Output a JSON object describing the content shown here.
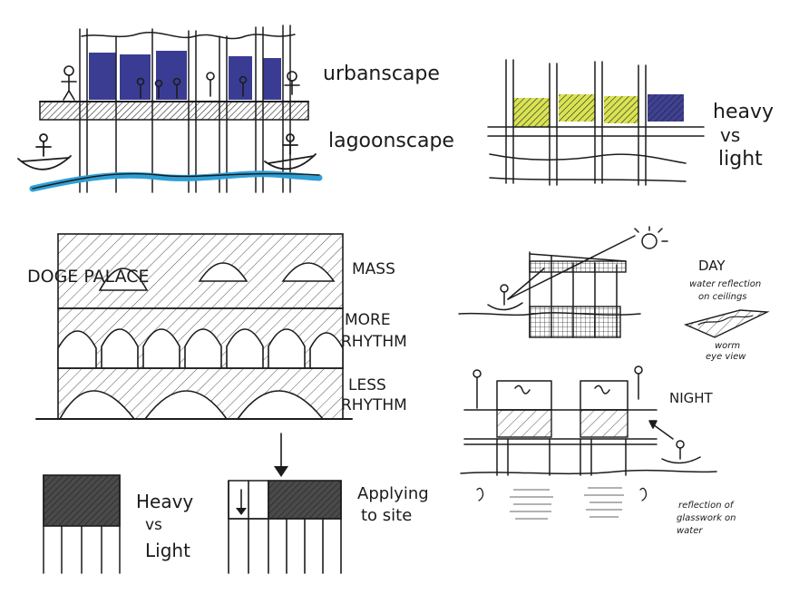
{
  "labels": {
    "urbanscape": "urbanscape",
    "lagoonscape": "lagoonscape",
    "heavy_vs_light_top": [
      "heavy",
      "vs",
      "light"
    ],
    "doge_palace": "DOGE PALACE",
    "mass": "MASS",
    "more_rhythm": [
      "MORE",
      "RHYTHM"
    ],
    "less_rhythm": [
      "LESS",
      "RHYTHM"
    ],
    "day": "DAY",
    "water_reflection": [
      "water reflection",
      "on ceilings"
    ],
    "worm_eye": [
      "worm",
      "eye view"
    ],
    "night": "NIGHT",
    "glasswork_reflection": [
      "reflection of",
      "glasswork on",
      "water"
    ],
    "heavy_vs_light_bottom": [
      "Heavy",
      "vs",
      "Light"
    ],
    "applying": [
      "Applying",
      "to site"
    ]
  },
  "colors": {
    "ink": "#1c1c1c",
    "navy": "#2a2c8a",
    "water_blue": "#2f9fd6",
    "yellow": "#d9e34a",
    "grey_fill": "#4a4a4a"
  }
}
